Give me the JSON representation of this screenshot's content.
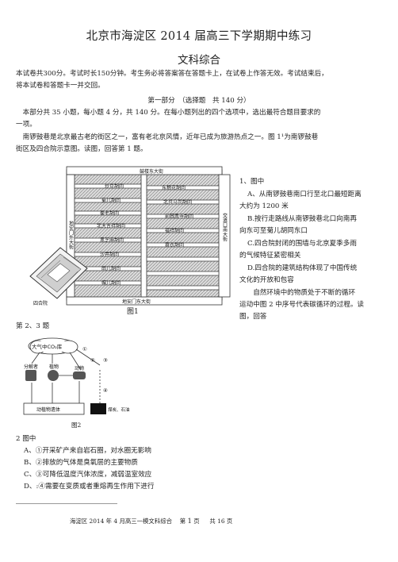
{
  "header": {
    "title": "北京市海淀区 2014 届高三下学期期中练习",
    "subtitle": "文科综合"
  },
  "intro": {
    "line1": "本试卷共300分。考试时长150分钟。考生务必将答案答在答题卡上，在试卷上作答无效。考试结束后，",
    "line2": "将本试卷和答题卡一并交回。"
  },
  "part1": {
    "heading": "第一部分　（选择题　共 140 分）",
    "instr1": "　本部分共 35 小题，每小题 4 分，共 140 分。在每小题列出的四个选项中，选出最符合题目要求的",
    "instr2": "一项。",
    "context1": "　南锣鼓巷是北京最古老的街区之一，富有老北京风情，近年已成为旅游热点之一。图 1¹为南锣鼓巷",
    "context2": "街区及四合院示意图。读图，回答第 1 题。"
  },
  "figure1": {
    "caption": "图1",
    "labels": {
      "top_street": "鼓楼东大街",
      "bottom_street": "地安门东大街",
      "left_road": "地安门外大街",
      "right_road": "交道口南大街",
      "siheyuan": "四合院",
      "l1": "炒豆胡同",
      "l2": "东棉花胡同",
      "l3": "菊儿胡同",
      "l4": "北兵马司胡同",
      "l5": "黑芝麻胡同",
      "l6": "前圆恩寺胡同",
      "l7": "帽儿胡同",
      "l8": "雨儿胡同",
      "l9": "福祥胡同",
      "l10": "蓑衣胡同",
      "l11": "沙井胡同",
      "l12": "秦老胡同",
      "l13": "北大吉祥胡同"
    }
  },
  "q1": {
    "stem": "1、图中",
    "a1": "A、从南锣鼓巷南口行至北口最短距离",
    "a2": "大约为 1200 米",
    "b1": "B.按行走路线从南锣鼓巷北口向南再",
    "b2": "向东可至菊儿胡同东口",
    "c1": "C.四合院封闭的围墙与北京夏季多雨",
    "c2": "的气候特征紧密相关",
    "d1": "D.四合院的建筑结构体现了中国传统",
    "d2": "文化的开放和包容",
    "next1": "　　自然环境中的物质处于不断的循环",
    "next2": "运动中图 2 中序号代表碳循环的过程。读",
    "next3": "图，回答"
  },
  "q2_label": "第 2、3 题",
  "figure2": {
    "caption": "图2",
    "atmosphere": "大气中CO₂库",
    "plants": "植物",
    "animals": "动物",
    "decomposer": "分解者",
    "remains": "动植物遗体",
    "fossil": "煤炭、石油",
    "n1": "①",
    "n2": "②",
    "n3": "③",
    "n4": "④"
  },
  "q2": {
    "stem": "2 图中",
    "a": "A、①开采矿产来自岩石圈，对水圈无影响",
    "b": "B、②排放的气体是臭氧层的主要物质",
    "c": "C、③可降低温度汽体浓度，减弱温室效应",
    "d": "D、:④需要在变质或者重熔再生作用下进行"
  },
  "footer": {
    "text": "海淀区 2014 年 4 月高三一模文科综合　 第",
    "page": "1",
    "mid": "页",
    "total": "共 16 页"
  }
}
